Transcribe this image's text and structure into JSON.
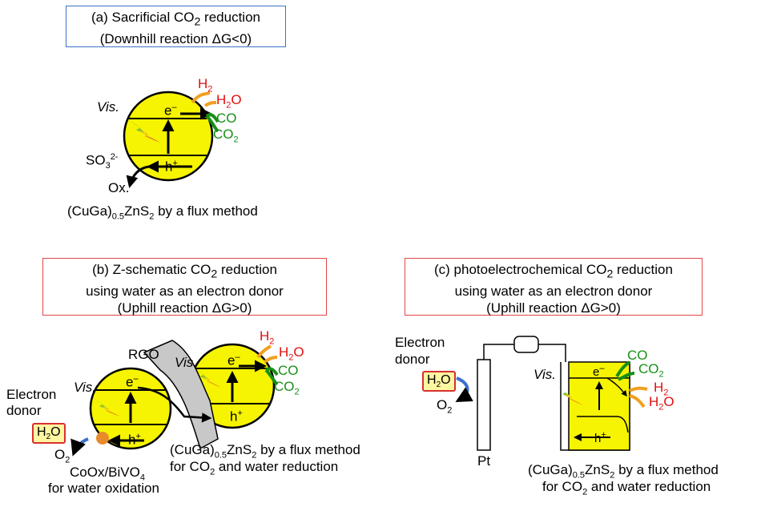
{
  "panel_a": {
    "title_line1": "(a) Sacrificial CO",
    "title_line1_sub": "2",
    "title_line1_tail": " reduction",
    "title_line2": "(Downhill reaction ΔG<0)",
    "vis": "Vis.",
    "electron": "e",
    "electron_sup": "–",
    "hole": "h",
    "hole_sup": "+",
    "h2": "H",
    "h2_sub": "2",
    "h2o": "H",
    "h2o_sub": "2",
    "h2o_tail": "O",
    "co": "CO",
    "co2": "CO",
    "co2_sub": "2",
    "so3": "SO",
    "so3_sub": "3",
    "so3_sup": "2-",
    "ox": "Ox.",
    "caption": "(CuGa)",
    "caption_sub": "0.5",
    "caption_mid": "ZnS",
    "caption_sub2": "2",
    "caption_tail": " by a flux method"
  },
  "panel_b": {
    "title_line1": "(b) Z-schematic CO",
    "title_line1_sub": "2",
    "title_line1_tail": " reduction",
    "title_line2": "using water as an electron donor",
    "title_line3": "(Uphill reaction ΔG>0)",
    "rgo": "RGO",
    "vis1": "Vis.",
    "vis2": "Vis.",
    "electron_donor_1": "Electron",
    "electron_donor_2": "donor",
    "h2o_box": "H",
    "h2o_box_sub": "2",
    "h2o_box_tail": "O",
    "o2": "O",
    "o2_sub": "2",
    "electron": "e",
    "electron_sup": "–",
    "hole": "h",
    "hole_sup": "+",
    "h2": "H",
    "h2_sub": "2",
    "h2o": "H",
    "h2o_sub": "2",
    "h2o_tail": "O",
    "co": "CO",
    "co2": "CO",
    "co2_sub": "2",
    "cocat_line1": "CoOx/BiVO",
    "cocat_sub": "4",
    "cocat_line2": "for water oxidation",
    "caption_line1": "(CuGa)",
    "caption_sub": "0.5",
    "caption_mid": "ZnS",
    "caption_sub2": "2",
    "caption_tail": " by a flux method",
    "caption_line2": "for CO",
    "caption_line2_sub": "2",
    "caption_line2_tail": " and water reduction"
  },
  "panel_c": {
    "title_line1": "(c) photoelectrochemical CO",
    "title_line1_sub": "2",
    "title_line1_tail": " reduction",
    "title_line2": "using water as an electron donor",
    "title_line3": "(Uphill reaction ΔG>0)",
    "electron_donor_1": "Electron",
    "electron_donor_2": "donor",
    "h2o_box": "H",
    "h2o_box_sub": "2",
    "h2o_box_tail": "O",
    "o2": "O",
    "o2_sub": "2",
    "pt": "Pt",
    "vis": "Vis.",
    "electron": "e",
    "electron_sup": "–",
    "hole": "h",
    "hole_sup": "+",
    "co": "CO",
    "co2": "CO",
    "co2_sub": "2",
    "h2": "H",
    "h2_sub": "2",
    "h2o": "H",
    "h2o_sub": "2",
    "h2o_tail": "O",
    "caption_line1": "(CuGa)",
    "caption_sub": "0.5",
    "caption_mid": "ZnS",
    "caption_sub2": "2",
    "caption_tail": " by a flux method",
    "caption_line2": "for CO",
    "caption_line2_sub": "2",
    "caption_line2_tail": " and water reduction"
  },
  "colors": {
    "particle": "#f6f400",
    "blue_box": "#3b73c4",
    "red_box": "#e04848",
    "red_text": "#e01010",
    "green_text": "#169016",
    "arrow_orange": "#f0a020",
    "arrow_green": "#169016",
    "arrow_blue": "#3b6fd0"
  }
}
